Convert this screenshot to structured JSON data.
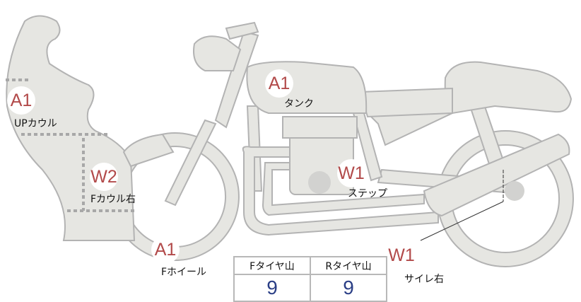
{
  "colors": {
    "body_fill": "#e6e6e2",
    "outline": "#b3b3b3",
    "marker_text": "#b24a4a",
    "value_text": "#2b3f86"
  },
  "parts": [
    {
      "code": "A1",
      "label": "UPカウル"
    },
    {
      "code": "W2",
      "label": "Fカウル右"
    },
    {
      "code": "A1",
      "label": "タンク"
    },
    {
      "code": "W1",
      "label": "ステップ"
    },
    {
      "code": "A1",
      "label": "Fホイール"
    },
    {
      "code": "W1",
      "label": "サイレ右"
    }
  ],
  "tires": {
    "headers": [
      "Fタイヤ山",
      "Rタイヤ山"
    ],
    "values": [
      "9",
      "9"
    ]
  }
}
